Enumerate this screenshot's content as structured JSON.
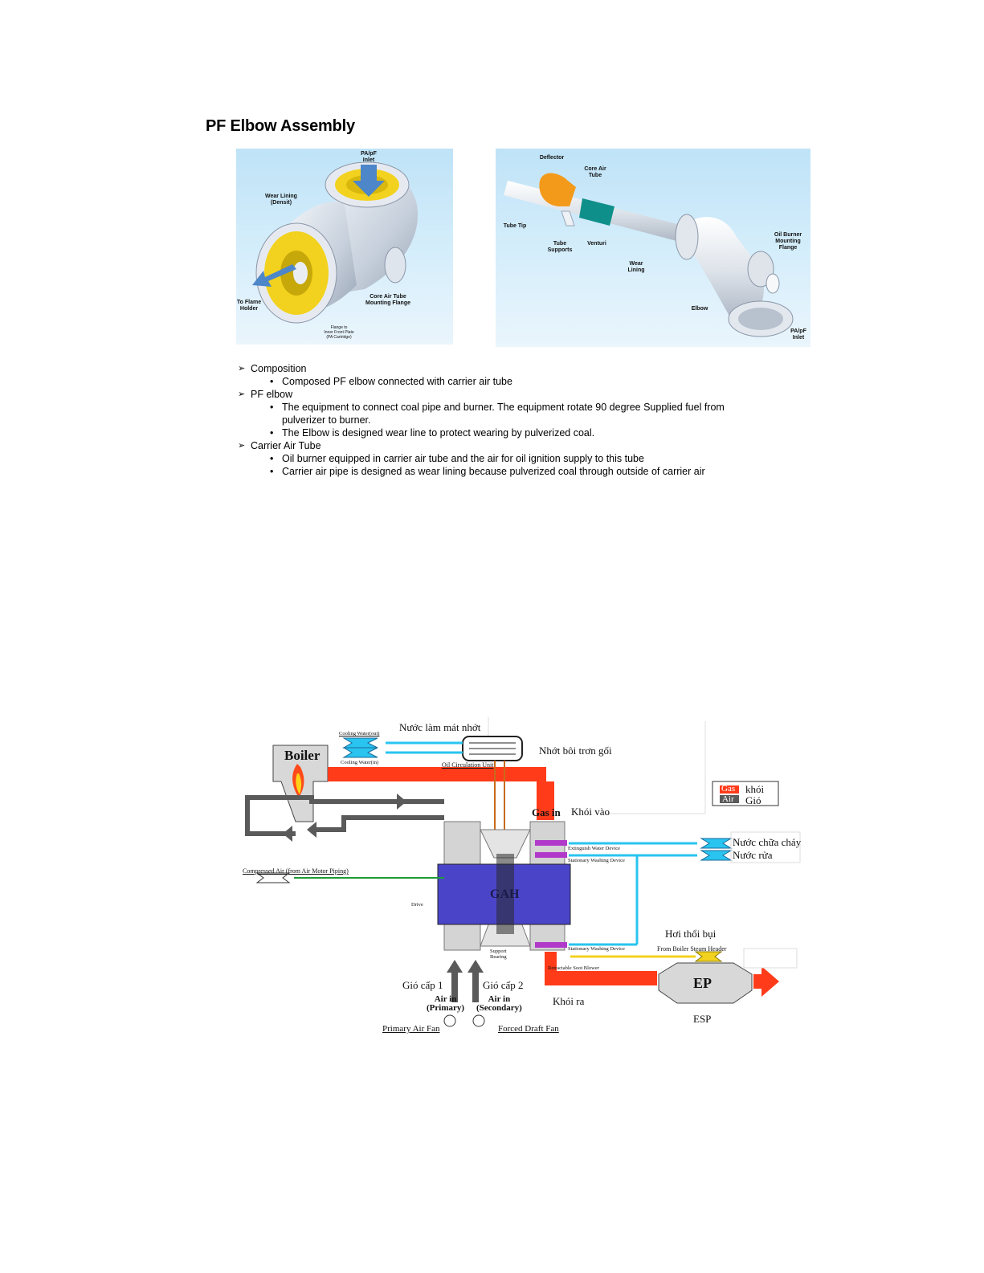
{
  "title": "PF Elbow Assembly",
  "figure_left": {
    "labels": {
      "pa_inlet": "PA/pF\nInlet",
      "wear_lining": "Wear Lining\n(Densit)",
      "to_flame_holder": "To Flame\nHolder",
      "core_air_flange": "Core Air Tube\nMounting Flange",
      "flange_front_plate": "Flange to\nInner Front Plate\n(PA Cartridge)"
    }
  },
  "figure_right": {
    "labels": {
      "deflector": "Deflector",
      "core_air_tube": "Core Air\nTube",
      "tube_tip": "Tube Tip",
      "tube_supports": "Tube\nSupports",
      "venturi": "Venturi",
      "wear_lining": "Wear\nLining",
      "elbow": "Elbow",
      "oil_burner_flange": "Oil Burner\nMounting\nFlange",
      "pa_inlet": "PA/pF\nInlet"
    }
  },
  "bullets": [
    {
      "heading": "Composition",
      "items": [
        "Composed PF elbow connected with carrier air tube"
      ]
    },
    {
      "heading": "PF elbow",
      "items": [
        "The equipment to connect coal pipe and burner. The equipment rotate 90 degree Supplied fuel from pulverizer to burner.",
        "The Elbow is designed wear line to protect wearing by pulverized coal."
      ]
    },
    {
      "heading": "Carrier Air Tube",
      "items": [
        "Oil burner equipped in carrier air tube and the air for oil ignition supply to this tube",
        "Carrier air pipe is designed as wear lining because pulverized coal through outside of carrier air"
      ]
    }
  ],
  "diagram": {
    "nuoc_lam_mat": "Nước làm mát nhớt",
    "cooling_out": "Cooling Water(out)",
    "cooling_in": "Cooling Water(in)",
    "boiler": "Boiler",
    "oil_unit": "Oil Circulation Unit",
    "nhot": "Nhớt bôi trơn gối",
    "gas_in": "Gas in",
    "khoi_vao": "Khói vào",
    "legend_gas": "Gas",
    "legend_khoi": "khói",
    "legend_air": "Air",
    "legend_gio": "Gió",
    "nuoc_chua_chay": "Nước chữa cháy",
    "nuoc_rua": "Nước rửa",
    "extinguish": "Extinguish Water Device",
    "stationary1": "Stationary Washing Device",
    "compressed": "Compressed Air (from Air Motor Piping)",
    "gah": "GAH",
    "drive": "Drive",
    "support": "Support\nBearing",
    "stationary2": "Stationary Washing Device",
    "retractable": "Retractable Soot Blower",
    "hoi_thoi_bui": "Hơi thổi bụi",
    "from_header": "From Boiler Steam Header",
    "gio_cap1": "Gió cấp 1",
    "gio_cap2": "Gió cấp 2",
    "air_in_primary": "Air in\n(Primary)",
    "air_in_secondary": "Air in\n(Secondary)",
    "primary_fan": "Primary Air Fan",
    "forced_fan": "Forced Draft Fan",
    "khoi_ra": "Khói ra",
    "ep": "EP",
    "esp": "ESP"
  },
  "colors": {
    "gas_red": "#ff3b1a",
    "air_gray": "#5a5a5a",
    "water_cyan": "#29c4f0",
    "gah_blue": "#4a45c8",
    "figure_sky": "#c6e6f8",
    "elbow_yellow": "#f2d21e"
  }
}
